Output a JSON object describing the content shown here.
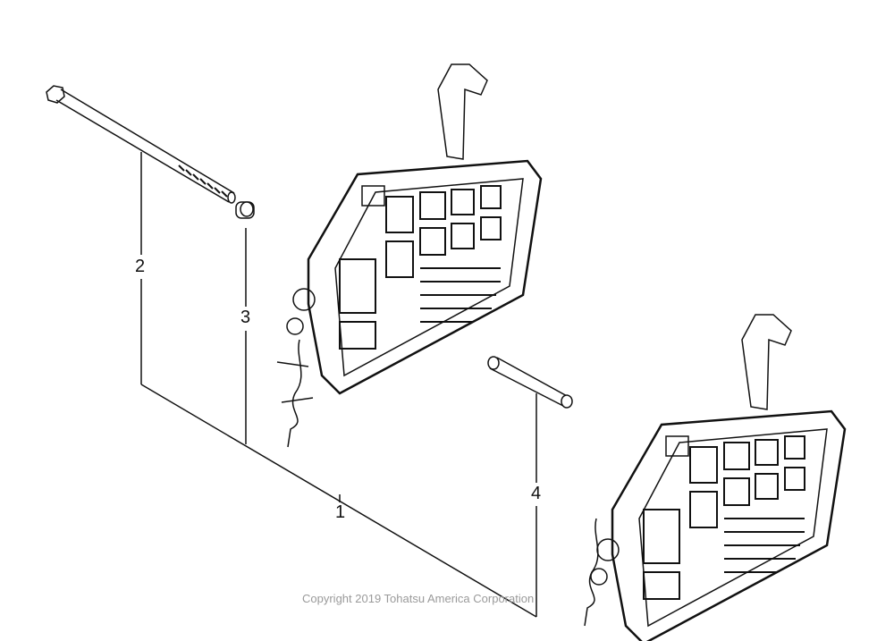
{
  "callouts": {
    "part1": "1",
    "part2": "2",
    "part3": "3",
    "part4": "4"
  },
  "copyright": "Copyright 2019 Tohatsu America Corporation"
}
